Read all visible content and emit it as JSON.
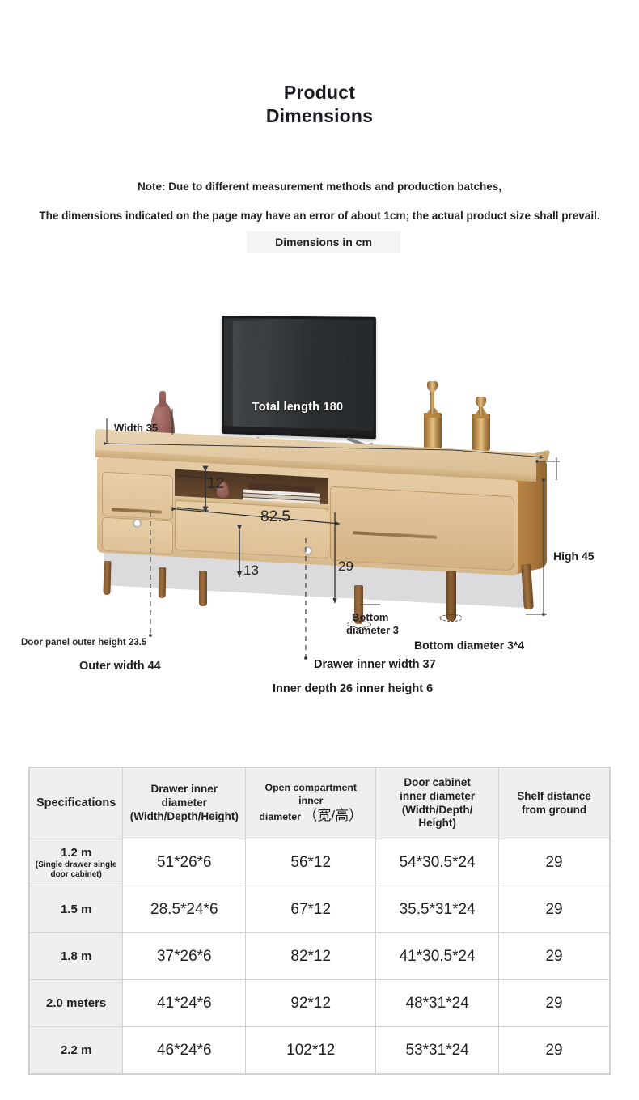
{
  "header": {
    "title_line1": "Product",
    "title_line2": "Dimensions",
    "note_line1": "Note: Due to different measurement methods and production batches,",
    "note_line2": "The dimensions indicated on the page may have an error of about 1cm; the actual product size shall prevail.",
    "unit_badge": "Dimensions in cm"
  },
  "diagram": {
    "width_label": "Width 35",
    "total_length_label": "Total length 180",
    "open_compartment_height": "12",
    "open_compartment_width": "82.5",
    "ground_clearance": "13",
    "shelf_distance": "29",
    "high_label": "High 45",
    "door_panel_outer_height": "Door panel outer height 23.5",
    "outer_width": "Outer width 44",
    "bottom_diameter_single_line1": "Bottom",
    "bottom_diameter_single_line2": "diameter 3",
    "bottom_diameter_four": "Bottom diameter 3*4",
    "drawer_inner_width": "Drawer inner width 37",
    "inner_depth_height": "Inner depth 26 inner height 6"
  },
  "colors": {
    "wood_light": "#e2c9a3",
    "wood_dark": "#a9773c",
    "recess_dark": "#5c4029",
    "tv_screen": "#2f3234",
    "brass": "#c69a55",
    "table_header_bg": "#efefef",
    "table_border": "#d2d2d2",
    "text": "#231f20"
  },
  "chart_data": {
    "type": "table",
    "title": "Product Dimensions",
    "columns": [
      "Specifications",
      "Drawer inner diameter (Width/Depth/Height)",
      "Open compartment inner diameter （宽/高）",
      "Door cabinet inner diameter (Width/Depth/Height)",
      "Shelf distance from ground"
    ],
    "rows": [
      {
        "spec": "1.2 m",
        "spec_sub": "(Single drawer single door cabinet)",
        "drawer": "51*26*6",
        "open": "56*12",
        "door": "54*30.5*24",
        "shelf": "29"
      },
      {
        "spec": "1.5 m",
        "spec_sub": "",
        "drawer": "28.5*24*6",
        "open": "67*12",
        "door": "35.5*31*24",
        "shelf": "29"
      },
      {
        "spec": "1.8 m",
        "spec_sub": "",
        "drawer": "37*26*6",
        "open": "82*12",
        "door": "41*30.5*24",
        "shelf": "29"
      },
      {
        "spec": "2.0 meters",
        "spec_sub": "",
        "drawer": "41*24*6",
        "open": "92*12",
        "door": "48*31*24",
        "shelf": "29"
      },
      {
        "spec": "2.2 m",
        "spec_sub": "",
        "drawer": "46*24*6",
        "open": "102*12",
        "door": "53*31*24",
        "shelf": "29"
      }
    ]
  },
  "table": {
    "header": {
      "col1": "Specifications",
      "col2_line1": "Drawer inner",
      "col2_line2": "diameter",
      "col2_line3": "(Width/Depth/Height)",
      "col3_line1": "Open compartment inner",
      "col3_line2": "diameter",
      "col3_cjk": "（宽/高）",
      "col4_line1": "Door cabinet",
      "col4_line2": "inner diameter",
      "col4_line3": "(Width/Depth/",
      "col4_line4": "Height)",
      "col5_line1": "Shelf distance",
      "col5_line2": "from ground"
    }
  }
}
